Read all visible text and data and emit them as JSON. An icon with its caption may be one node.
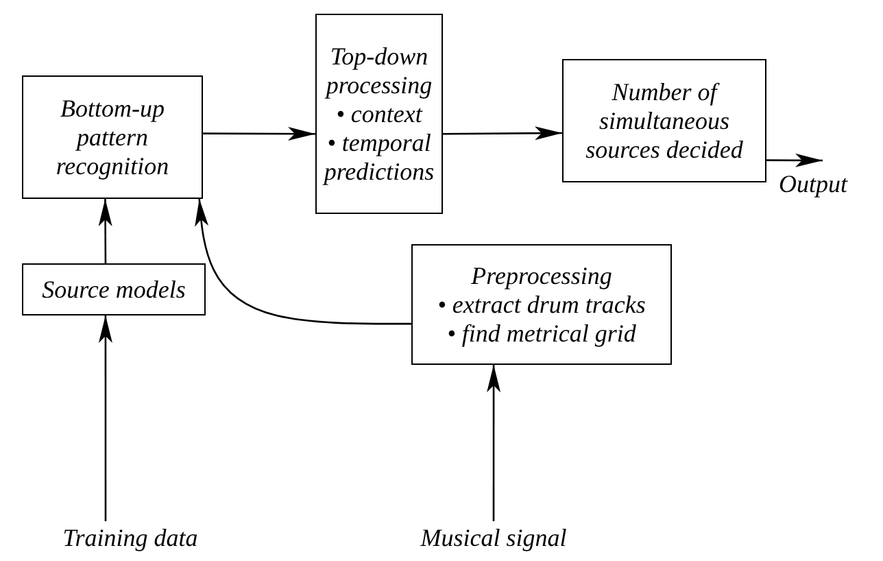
{
  "diagram": {
    "nodes": [
      {
        "text": [
          "Bottom-up pattern recognition"
        ]
      },
      {
        "text": [
          "Top-down processing",
          "• context",
          "• temporal predictions"
        ]
      },
      {
        "text": [
          "Number of simultaneous sources decided"
        ]
      },
      {
        "text": [
          "Source models"
        ]
      },
      {
        "text": [
          "Preprocessing",
          "• extract drum tracks",
          "• find metrical grid"
        ]
      },
      {
        "text": [
          "Training data"
        ]
      },
      {
        "text": [
          "Musical signal"
        ]
      }
    ],
    "edges": [
      {
        "from": 0,
        "to": 1,
        "arrow": "to"
      },
      {
        "from": 1,
        "to": 2,
        "arrow": "to"
      },
      {
        "from": 2,
        "to": null,
        "arrow": "to",
        "label": "Output"
      },
      {
        "from": 3,
        "to": 0,
        "arrow": "to"
      },
      {
        "from": 5,
        "to": 3,
        "arrow": "to"
      },
      {
        "from": 6,
        "to": 4,
        "arrow": "to"
      },
      {
        "from": 4,
        "to": 0,
        "arrow": "to"
      }
    ]
  }
}
